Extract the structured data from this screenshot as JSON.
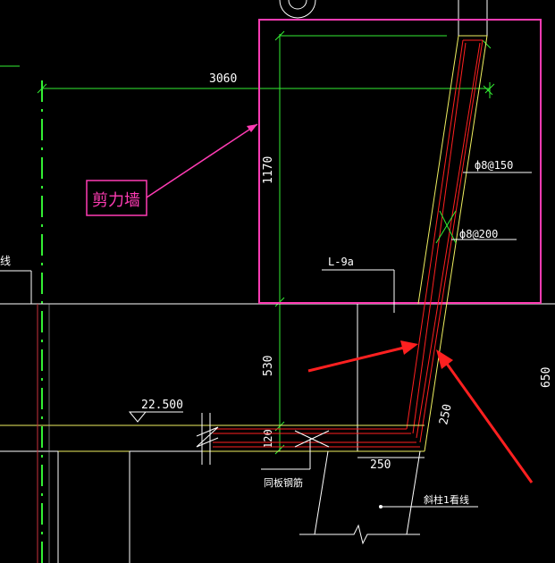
{
  "colors": {
    "background": "#000000",
    "white": "#ffffff",
    "green": "#33ee33",
    "magenta": "#ff3cb4",
    "red": "#ff2020",
    "yellow": "#f0f060",
    "grey": "#b4b4b4",
    "dim_red": "#c8323c"
  },
  "labels": {
    "dim_3060": "3060",
    "dim_1170": "1170",
    "dim_530": "530",
    "dim_120": "120",
    "dim_250_vertical": "250",
    "dim_250_bottom": "250",
    "dim_650": "650",
    "rebar_150": "ф8@150",
    "rebar_200": "ф8@200",
    "beam_tag": "L-9a",
    "shear_wall": "剪力墙",
    "elevation": "22.500",
    "stair_label": "同板钢筋",
    "slant_label": "斜柱1看线",
    "left_edge_text": "线"
  },
  "icons": {
    "top_symbol": "circle-axis-icon",
    "elevation_marker": "triangle-elevation-icon",
    "break_line": "zigzag-break-icon",
    "red_arrow": "arrow-icon"
  }
}
